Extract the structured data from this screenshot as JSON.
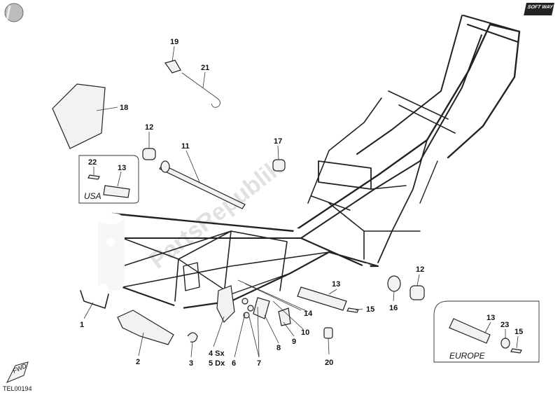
{
  "brand_logo": "SOFT WAY",
  "watermark": "PartsRepublik",
  "drawing_id": "TEL00194",
  "icons": {
    "corner_badge": "roundel-icon",
    "fwd_arrow": "fwd-arrow-icon"
  },
  "fwd_label": "FWD",
  "callouts": {
    "c1": "1",
    "c2": "2",
    "c3": "3",
    "c4": "4 Sx",
    "c5": "5 Dx",
    "c6": "6",
    "c7": "7",
    "c8": "8",
    "c9": "9",
    "c10": "10",
    "c11": "11",
    "c12a": "12",
    "c12b": "12",
    "c13a": "13",
    "c13b": "13",
    "c13c": "13",
    "c14": "14",
    "c15a": "15",
    "c15b": "15",
    "c16": "16",
    "c17": "17",
    "c18": "18",
    "c19": "19",
    "c20": "20",
    "c21": "21",
    "c22": "22",
    "c23": "23"
  },
  "regions": {
    "usa": "USA",
    "europe": "EUROPE"
  }
}
